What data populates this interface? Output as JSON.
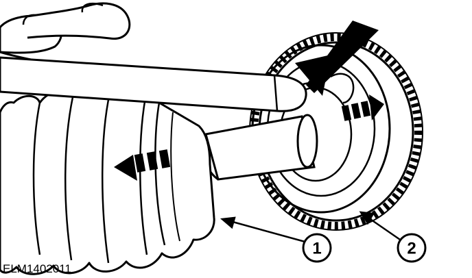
{
  "figure_code": "ELM1402011",
  "callouts": [
    {
      "number": "1"
    },
    {
      "number": "2"
    }
  ],
  "colors": {
    "ink": "#000000",
    "paper": "#ffffff"
  }
}
